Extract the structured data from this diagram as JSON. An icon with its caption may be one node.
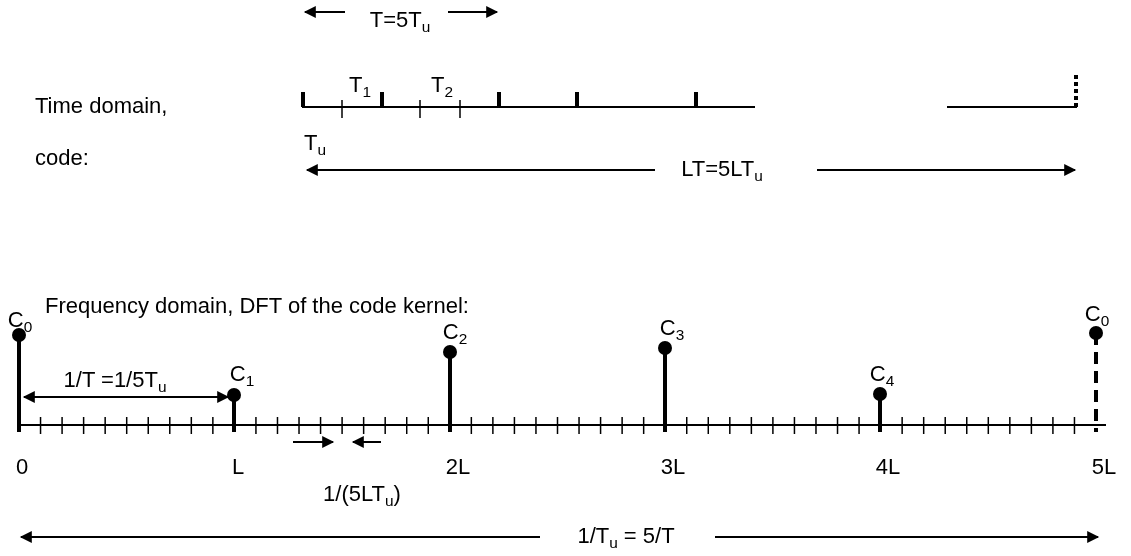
{
  "diagram": {
    "labels": [
      "T=5T$_{u}$",
      "Time domain, code:",
      "T$_{1}$",
      "T$_{2}$",
      "T$_{u}$",
      "LT=5LT$_{u}$",
      "C$_{0}$",
      "Frequency domain, DFT of the code kernel:",
      "C$_{2}$",
      "C$_{3}$",
      "C$_{0}$",
      "1/T =1/5T$_{u}$",
      "C$_{1}$",
      "C$_{4}$",
      "0",
      "L",
      "2L",
      "3L",
      "4L",
      "5L",
      "1/(5LT$_{u}$)",
      "1/T$_{u}$ = 5/T"
    ]
  }
}
